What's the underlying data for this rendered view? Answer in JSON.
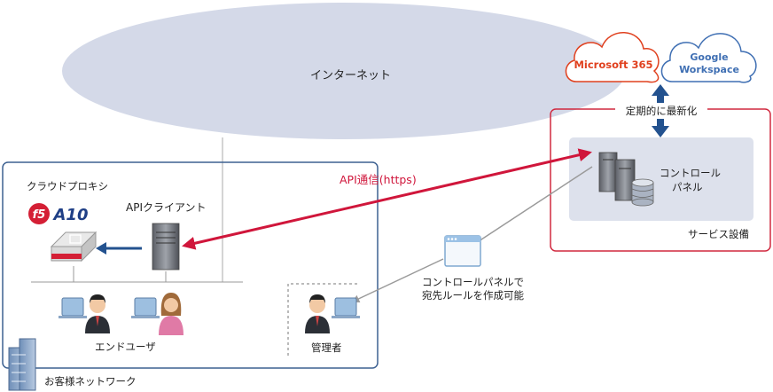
{
  "internet": {
    "label": "インターネット"
  },
  "clouds": {
    "microsoft": {
      "label": "Microsoft 365",
      "color": "#e0401e"
    },
    "google": {
      "line1": "Google",
      "line2": "Workspace",
      "color": "#3f6fb3"
    }
  },
  "service": {
    "update_label": "定期的に最新化",
    "control_panel_line1": "コントロール",
    "control_panel_line2": "パネル",
    "facility_label": "サービス設備"
  },
  "api": {
    "link_label": "API通信(https)"
  },
  "customer": {
    "network_label": "お客様ネットワーク",
    "proxy_label": "クラウドプロキシ",
    "vendor_logos": [
      "f5",
      "A10"
    ],
    "api_client_label": "APIクライアント",
    "end_user_label": "エンドユーザ",
    "admin_label": "管理者"
  },
  "rule_creation": {
    "line1": "コントロールパネルで",
    "line2": "宛先ルールを作成可能"
  },
  "colors": {
    "ellipse_fill": "#d4d9e8",
    "customer_border": "#3d6191",
    "service_border": "#d0283e",
    "api_arrow": "#d0163b",
    "update_arrow": "#23528f",
    "panel_fill": "#dde1ec"
  }
}
